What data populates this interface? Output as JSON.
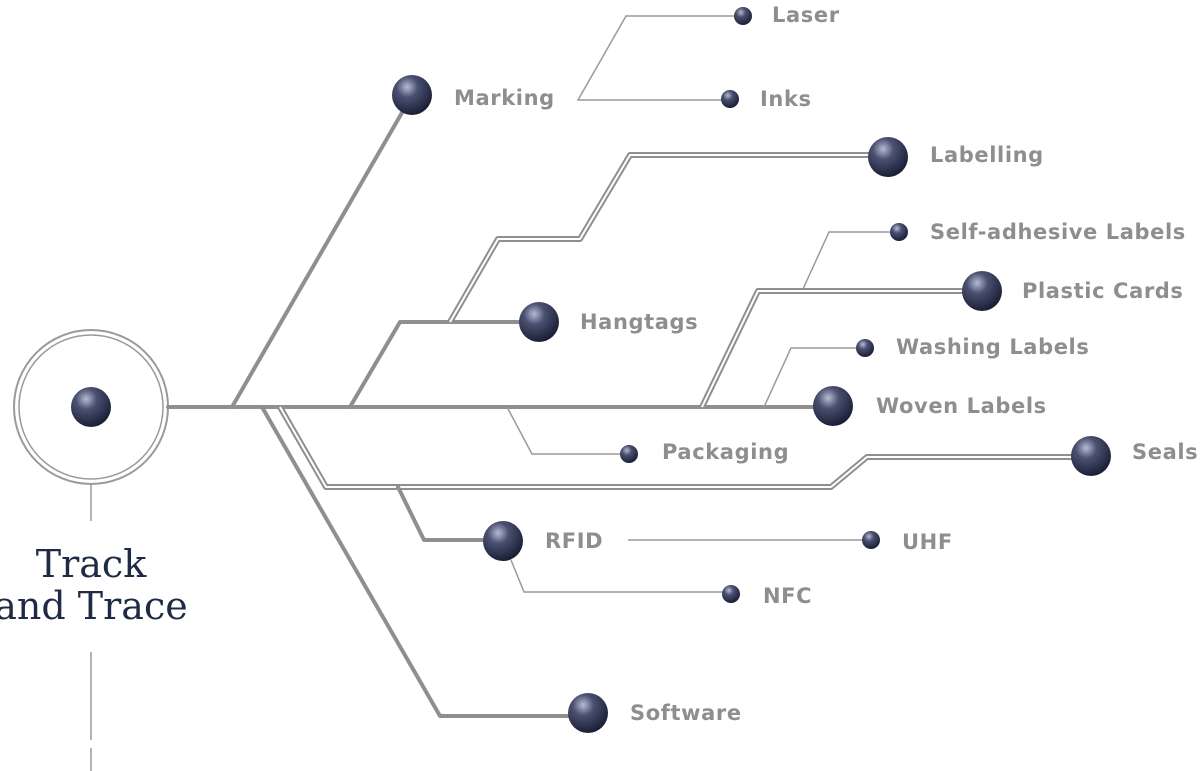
{
  "root": {
    "title_line1": "Track",
    "title_line2": "and Trace"
  },
  "nodes": {
    "marking": "Marking",
    "laser": "Laser",
    "inks": "Inks",
    "labelling": "Labelling",
    "self_adhesive_labels": "Self-adhesive Labels",
    "plastic_cards": "Plastic Cards",
    "hangtags": "Hangtags",
    "washing_labels": "Washing Labels",
    "woven_labels": "Woven Labels",
    "packaging": "Packaging",
    "seals": "Seals",
    "rfid": "RFID",
    "uhf": "UHF",
    "nfc": "NFC",
    "software": "Software"
  },
  "colors": {
    "node_dark": "#1e2540",
    "node_light": "#9aa0c0",
    "line": "#8f8f8f",
    "label": "#8e8e8e",
    "title": "#1f2a44"
  }
}
